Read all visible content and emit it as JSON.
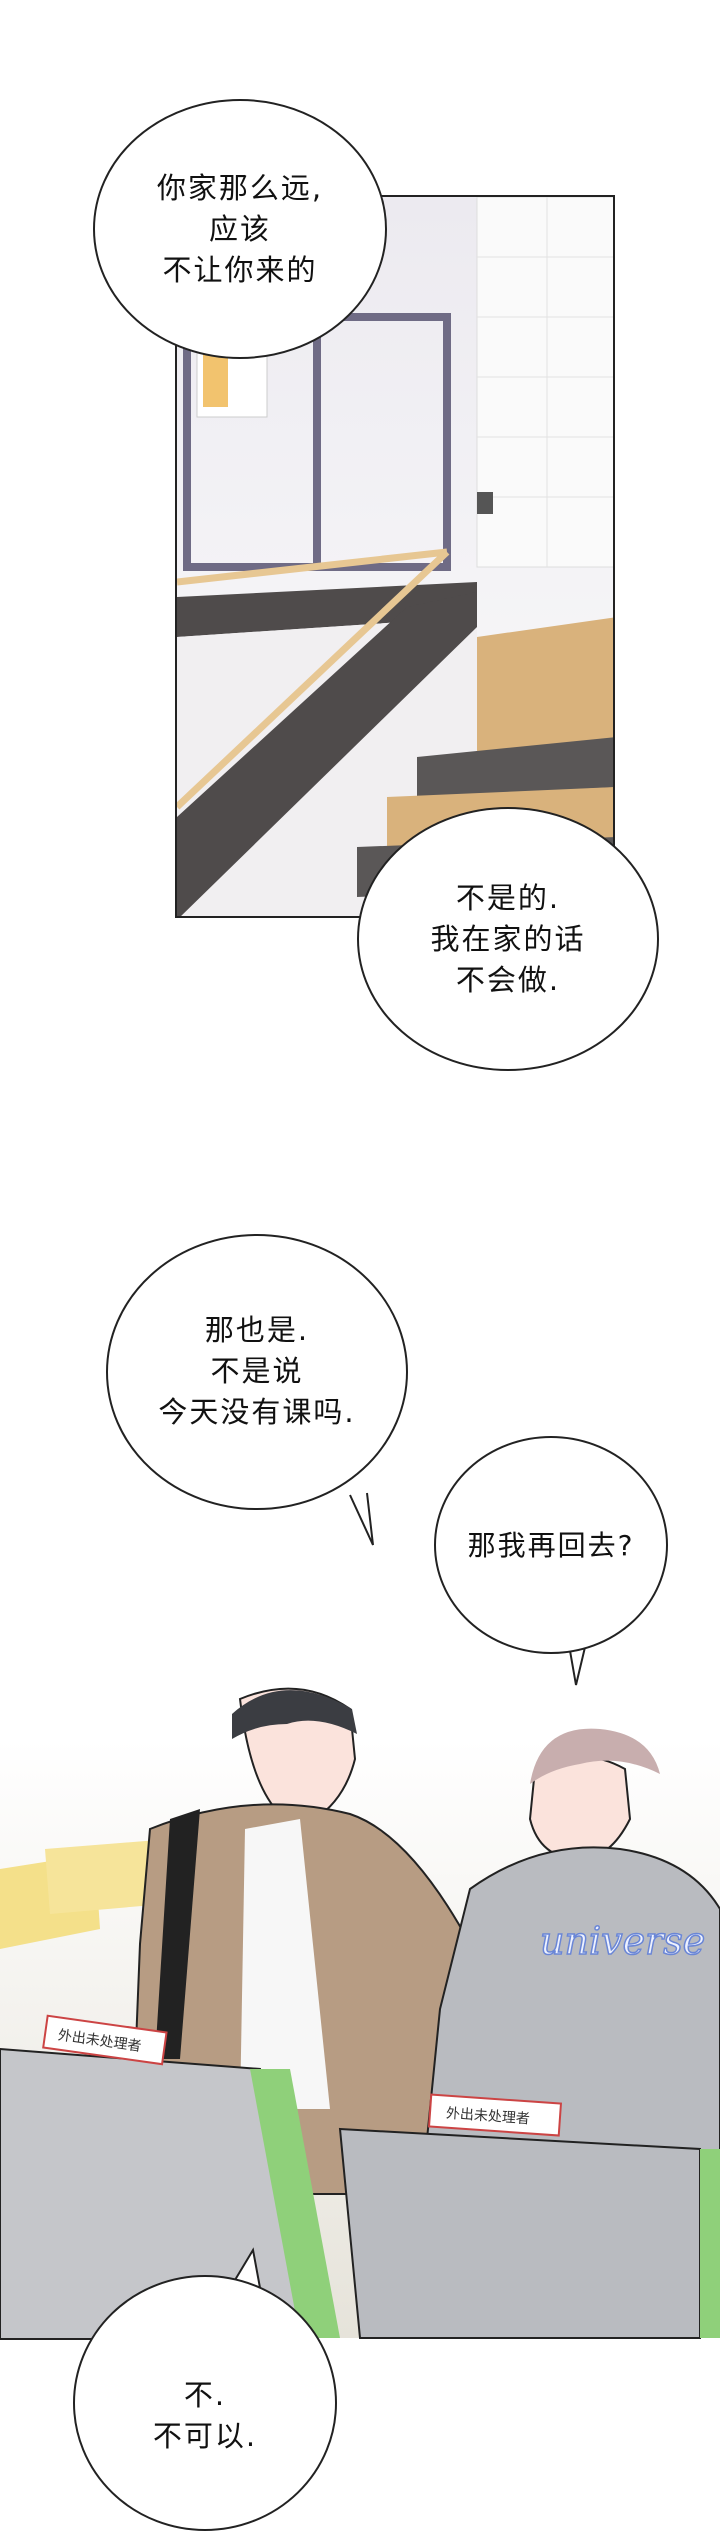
{
  "comic": {
    "panel1": {
      "bubbles": [
        {
          "lines": [
            "你家那么远,",
            "应该",
            "不让你来的"
          ]
        },
        {
          "lines": [
            "不是的.",
            "我在家的话",
            "不会做."
          ]
        }
      ]
    },
    "panel2": {
      "bubbles": [
        {
          "lines": [
            "那也是.",
            "不是说",
            "今天没有课吗."
          ]
        },
        {
          "lines": [
            "那我再回去?"
          ]
        },
        {
          "lines": [
            "不.",
            "不可以."
          ]
        }
      ],
      "signs": [
        "外出未处理者",
        "外出未处理者"
      ],
      "hoodie_text": "universe"
    }
  },
  "colors": {
    "wood": "#d9b27c",
    "rail": "#4f4b4b",
    "hoodie": "#b9bbc0",
    "jacket": "#b79c83",
    "green": "#8fd07a"
  }
}
